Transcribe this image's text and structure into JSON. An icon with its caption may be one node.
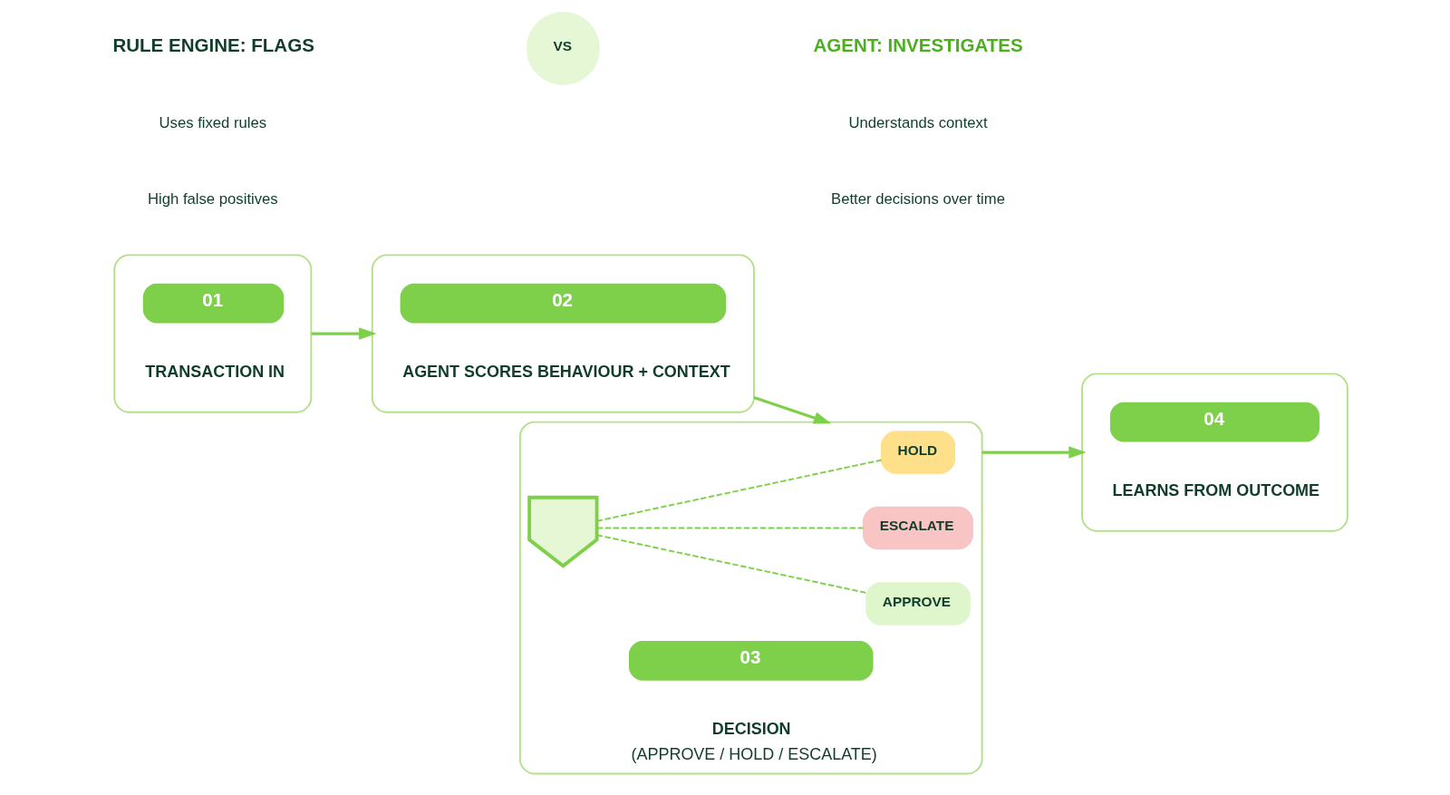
{
  "diagram": {
    "nodes": [
      {
        "text": [
          "01",
          "TRANSACTION IN"
        ]
      },
      {
        "text": [
          "02",
          "AGENT SCORES BEHAVIOUR + CONTEXT"
        ]
      },
      {
        "text": [
          "03",
          "DECISION",
          "(APPROVE / HOLD / ESCALATE)"
        ]
      },
      {
        "text": [],
        "shape": "shield",
        "in": 2
      },
      {
        "text": [
          "APPROVE"
        ],
        "in": 2
      },
      {
        "text": [
          "HOLD"
        ],
        "in": 2
      },
      {
        "text": [
          "ESCALATE"
        ],
        "in": 2
      },
      {
        "text": [
          "04",
          "LEARNS FROM OUTCOME"
        ]
      },
      {
        "text": [
          "VS"
        ]
      }
    ],
    "edges": [
      {
        "from": 0,
        "to": 1,
        "arrow": "to"
      },
      {
        "from": 1,
        "to": 2,
        "arrow": "to"
      },
      {
        "from": 2,
        "to": 7,
        "arrow": "to"
      },
      {
        "from": 3,
        "to": 4,
        "arrow": "none",
        "style": "dashed"
      },
      {
        "from": 3,
        "to": 5,
        "arrow": "none",
        "style": "dashed"
      },
      {
        "from": 3,
        "to": 6,
        "arrow": "none",
        "style": "dashed"
      }
    ],
    "labels": [
      "RULE ENGINE: FLAGS",
      "Uses fixed rules",
      "High false positives",
      "AGENT: INVESTIGATES",
      "Understands context",
      "Better decisions over time"
    ]
  }
}
